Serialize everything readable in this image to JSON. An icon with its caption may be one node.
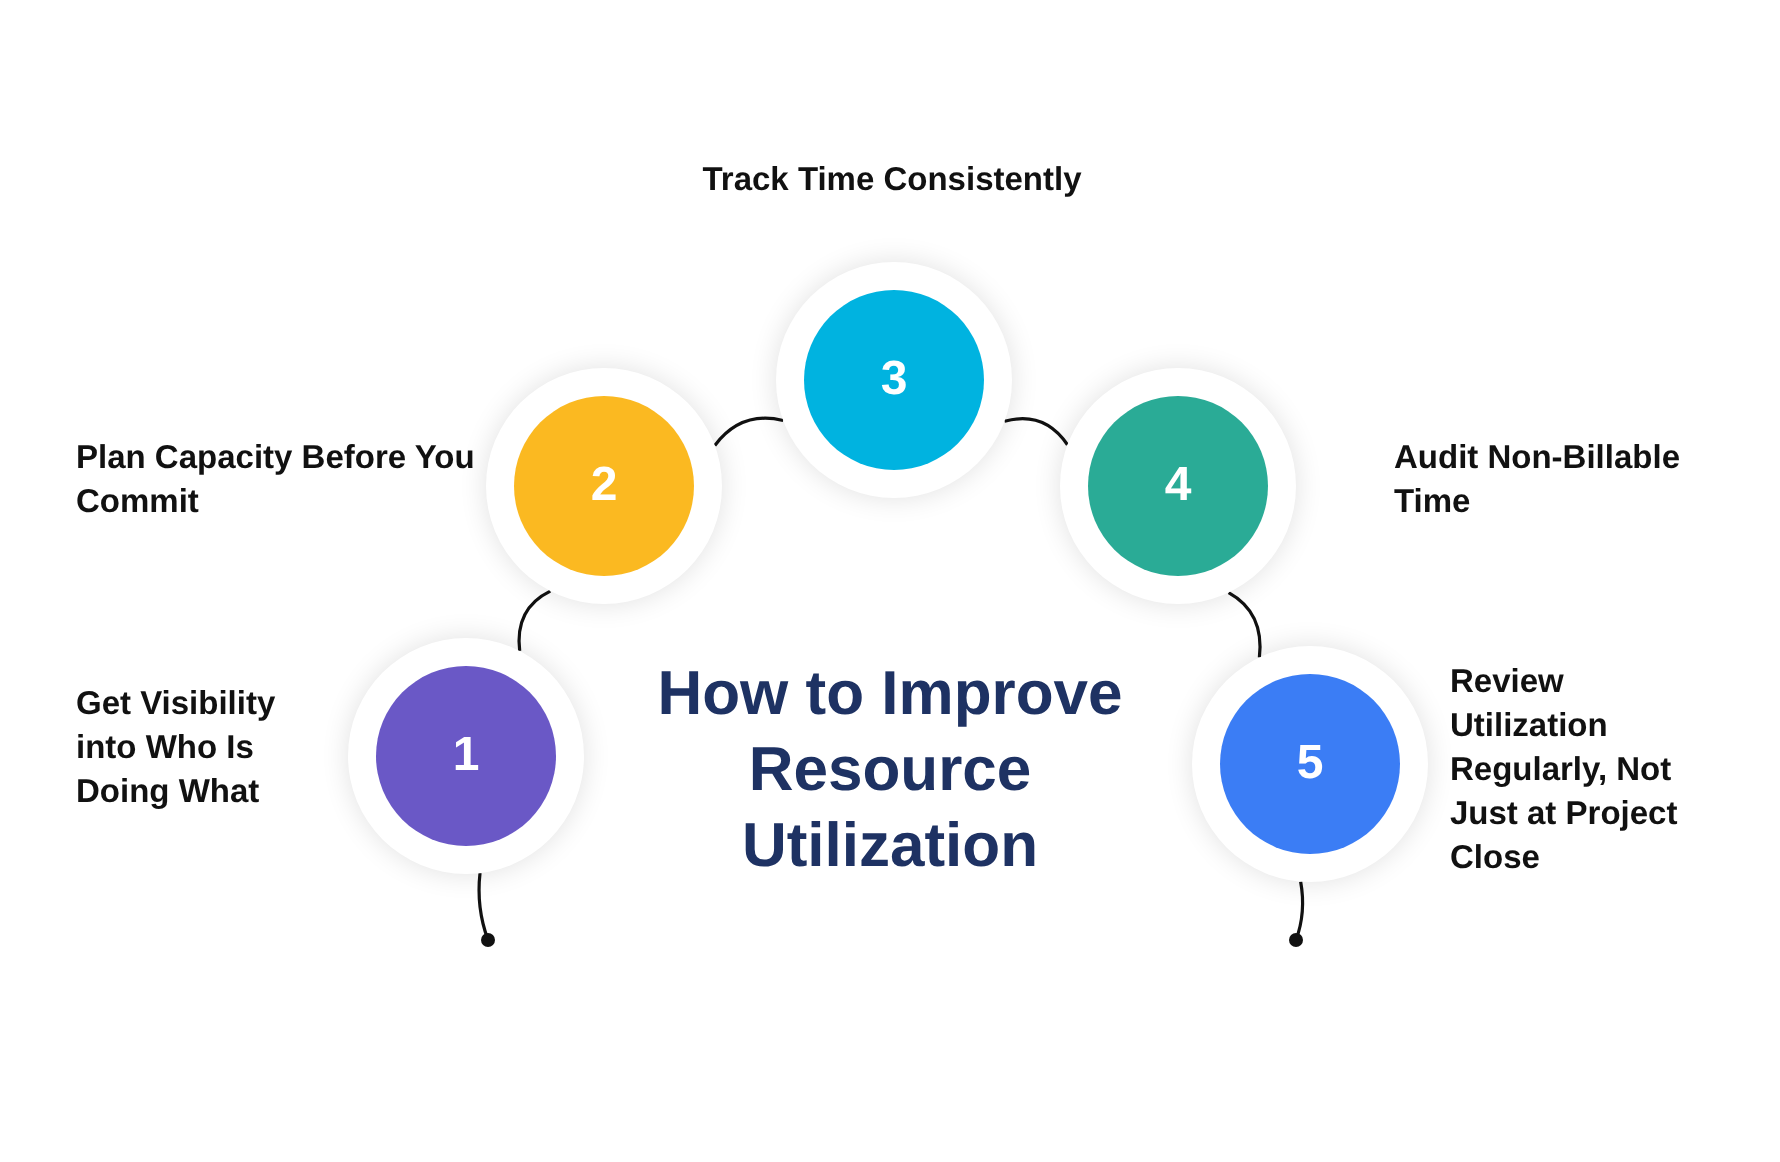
{
  "diagram": {
    "title": "How to Improve Resource Utilization",
    "nodes": [
      {
        "text": [
          "1"
        ],
        "beside": [
          "Get Visibility into Who Is Doing What"
        ]
      },
      {
        "text": [
          "2"
        ],
        "beside": [
          "Plan Capacity Before You Commit"
        ]
      },
      {
        "text": [
          "3"
        ],
        "beside": [
          "Track Time Consistently"
        ]
      },
      {
        "text": [
          "4"
        ],
        "beside": [
          "Audit Non-Billable Time"
        ]
      },
      {
        "text": [
          "5"
        ],
        "beside": [
          "Review Utilization Regularly, Not Just at Project Close"
        ]
      }
    ],
    "edges": [
      {
        "from": 0,
        "to": null,
        "arrow": "other"
      },
      {
        "from": 0,
        "to": 1,
        "arrow": "none"
      },
      {
        "from": 1,
        "to": 2,
        "arrow": "none"
      },
      {
        "from": 2,
        "to": 3,
        "arrow": "none"
      },
      {
        "from": 3,
        "to": 4,
        "arrow": "none"
      },
      {
        "from": 4,
        "to": null,
        "arrow": "other"
      }
    ]
  }
}
